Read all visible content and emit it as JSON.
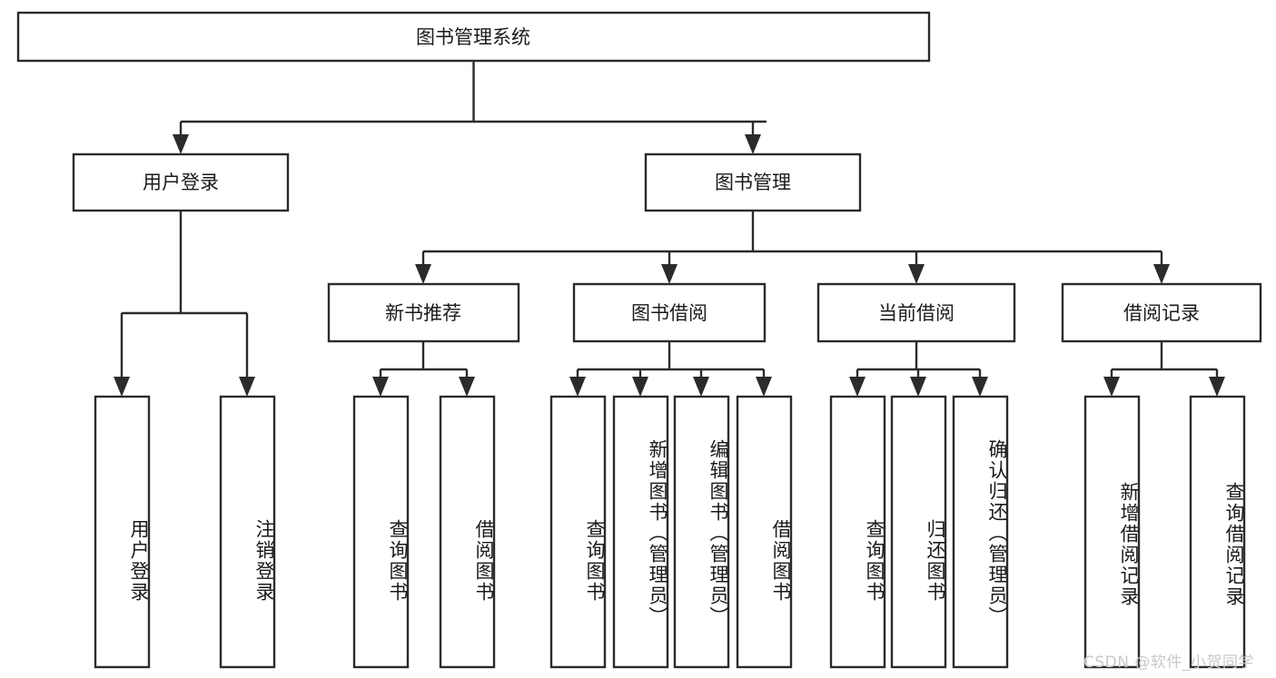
{
  "diagram": {
    "type": "tree",
    "title_node": "图书管理系统",
    "watermark": "CSDN @软件_小贺同学",
    "colors": {
      "stroke": "#2b2b2b",
      "fill": "#ffffff",
      "text": "#1a1a1a",
      "watermark": "#c9c9c9"
    },
    "root": {
      "label": "图书管理系统"
    },
    "level1": [
      {
        "label": "用户登录"
      },
      {
        "label": "图书管理"
      }
    ],
    "level2": [
      {
        "label": "新书推荐"
      },
      {
        "label": "图书借阅"
      },
      {
        "label": "当前借阅"
      },
      {
        "label": "借阅记录"
      }
    ],
    "leaves": {
      "user_login": [
        {
          "label": "用户登录"
        },
        {
          "label": "注销登录"
        }
      ],
      "new_book_recommend": [
        {
          "label": "查询图书"
        },
        {
          "label": "借阅图书"
        }
      ],
      "book_borrow": [
        {
          "label": "查询图书"
        },
        {
          "label": "新增图书（管理员）"
        },
        {
          "label": "编辑图书（管理员）"
        },
        {
          "label": "借阅图书"
        }
      ],
      "current_borrow": [
        {
          "label": "查询图书"
        },
        {
          "label": "归还图书"
        },
        {
          "label": "确认归还（管理员）"
        }
      ],
      "borrow_record": [
        {
          "label": "新增借阅记录"
        },
        {
          "label": "查询借阅记录"
        }
      ]
    }
  }
}
